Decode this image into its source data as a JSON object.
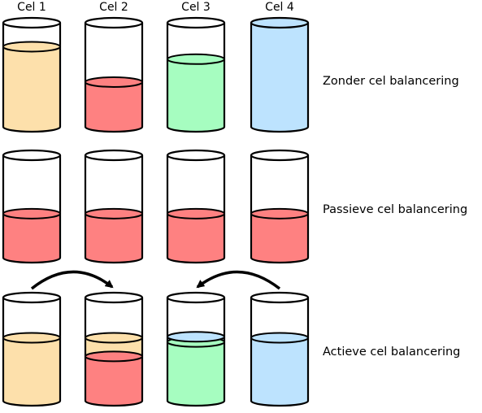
{
  "cell_labels": [
    "Cel 1",
    "Cel 2",
    "Cel 3",
    "Cel 4"
  ],
  "colors": {
    "orange": "#fde0ab",
    "red": "#fe8181",
    "green": "#a6fdc0",
    "blue": "#bde3fe",
    "outline": "#000000"
  },
  "rows": [
    {
      "label": "Zonder cel balancering",
      "cells": [
        {
          "fills": [
            {
              "color": "orange",
              "fraction": 0.77
            }
          ]
        },
        {
          "fills": [
            {
              "color": "red",
              "fraction": 0.43
            }
          ]
        },
        {
          "fills": [
            {
              "color": "green",
              "fraction": 0.65
            }
          ]
        },
        {
          "fills": [
            {
              "color": "blue",
              "fraction": 1.0
            }
          ]
        }
      ]
    },
    {
      "label": "Passieve cel balancering",
      "cells": [
        {
          "fills": [
            {
              "color": "red",
              "fraction": 0.43
            }
          ]
        },
        {
          "fills": [
            {
              "color": "red",
              "fraction": 0.43
            }
          ]
        },
        {
          "fills": [
            {
              "color": "red",
              "fraction": 0.43
            }
          ]
        },
        {
          "fills": [
            {
              "color": "red",
              "fraction": 0.43
            }
          ]
        }
      ]
    },
    {
      "label": "Actieve cel balancering",
      "cells": [
        {
          "fills": [
            {
              "color": "orange",
              "fraction": 0.61
            }
          ]
        },
        {
          "fills": [
            {
              "color": "red",
              "fraction": 0.43
            },
            {
              "color": "orange",
              "fraction": 0.18
            }
          ]
        },
        {
          "fills": [
            {
              "color": "green",
              "fraction": 0.57
            },
            {
              "color": "blue",
              "fraction": 0.05
            }
          ]
        },
        {
          "fills": [
            {
              "color": "blue",
              "fraction": 0.61
            }
          ]
        }
      ]
    }
  ],
  "transfers": [
    {
      "from": 0,
      "to": 1,
      "row": 2
    },
    {
      "from": 3,
      "to": 2,
      "row": 2
    }
  ]
}
